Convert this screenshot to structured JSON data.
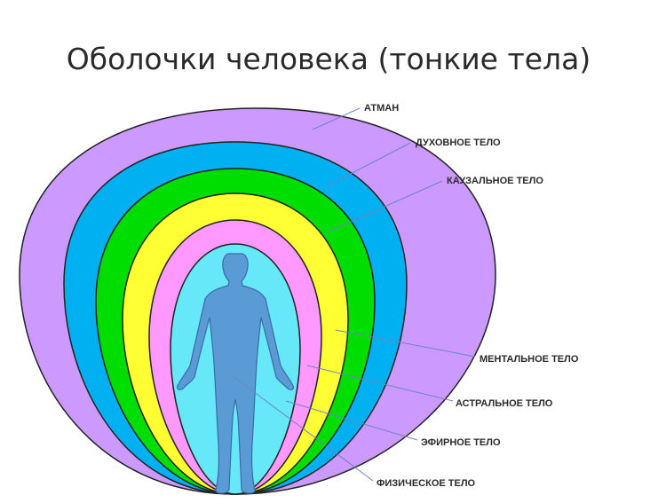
{
  "diagram": {
    "title": "Оболочки человека (тонкие тела)",
    "layers": [
      {
        "key": "atman",
        "label": "АТМАН",
        "color": "#cc99ff"
      },
      {
        "key": "spiritual",
        "label": "ДУХОВНОЕ ТЕЛО",
        "color": "#00b0f0"
      },
      {
        "key": "causal",
        "label": "КАУЗАЛЬНОЕ ТЕЛО",
        "color": "#00dd00"
      },
      {
        "key": "mental",
        "label": "МЕНТАЛЬНОЕ ТЕЛО",
        "color": "#ffff33"
      },
      {
        "key": "astral",
        "label": "АСТРАЛЬНОЕ ТЕЛО",
        "color": "#ff99ff"
      },
      {
        "key": "etheric",
        "label": "ЭФИРНОЕ ТЕЛО",
        "color": "#66e8f8"
      },
      {
        "key": "physical",
        "label": "ФИЗИЧЕСКОЕ ТЕЛО",
        "color": "#5b9bd5"
      }
    ]
  }
}
